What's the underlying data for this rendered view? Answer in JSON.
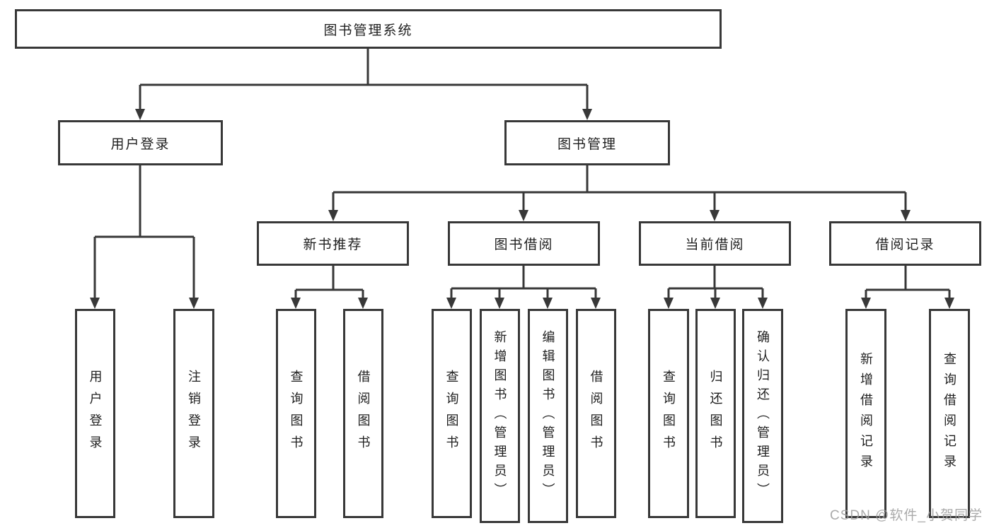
{
  "tree": {
    "label": "图书管理系统",
    "children": [
      {
        "label": "用户登录",
        "children": [
          {
            "label": "用户登录"
          },
          {
            "label": "注销登录"
          }
        ]
      },
      {
        "label": "图书管理",
        "children": [
          {
            "label": "新书推荐",
            "children": [
              {
                "label": "查询图书"
              },
              {
                "label": "借阅图书"
              }
            ]
          },
          {
            "label": "图书借阅",
            "children": [
              {
                "label": "查询图书"
              },
              {
                "label": "新增图书（管理员）"
              },
              {
                "label": "编辑图书（管理员）"
              },
              {
                "label": "借阅图书"
              }
            ]
          },
          {
            "label": "当前借阅",
            "children": [
              {
                "label": "查询图书"
              },
              {
                "label": "归还图书"
              },
              {
                "label": "确认归还（管理员）"
              }
            ]
          },
          {
            "label": "借阅记录",
            "children": [
              {
                "label": "新增借阅记录"
              },
              {
                "label": "查询借阅记录"
              }
            ]
          }
        ]
      }
    ]
  },
  "watermark": {
    "text": "CSDN @软件_小贺同学"
  },
  "colors": {
    "line": "#383838",
    "text": "#1f1f1f",
    "background": "#ffffff",
    "watermark": "#9e9e9e"
  }
}
